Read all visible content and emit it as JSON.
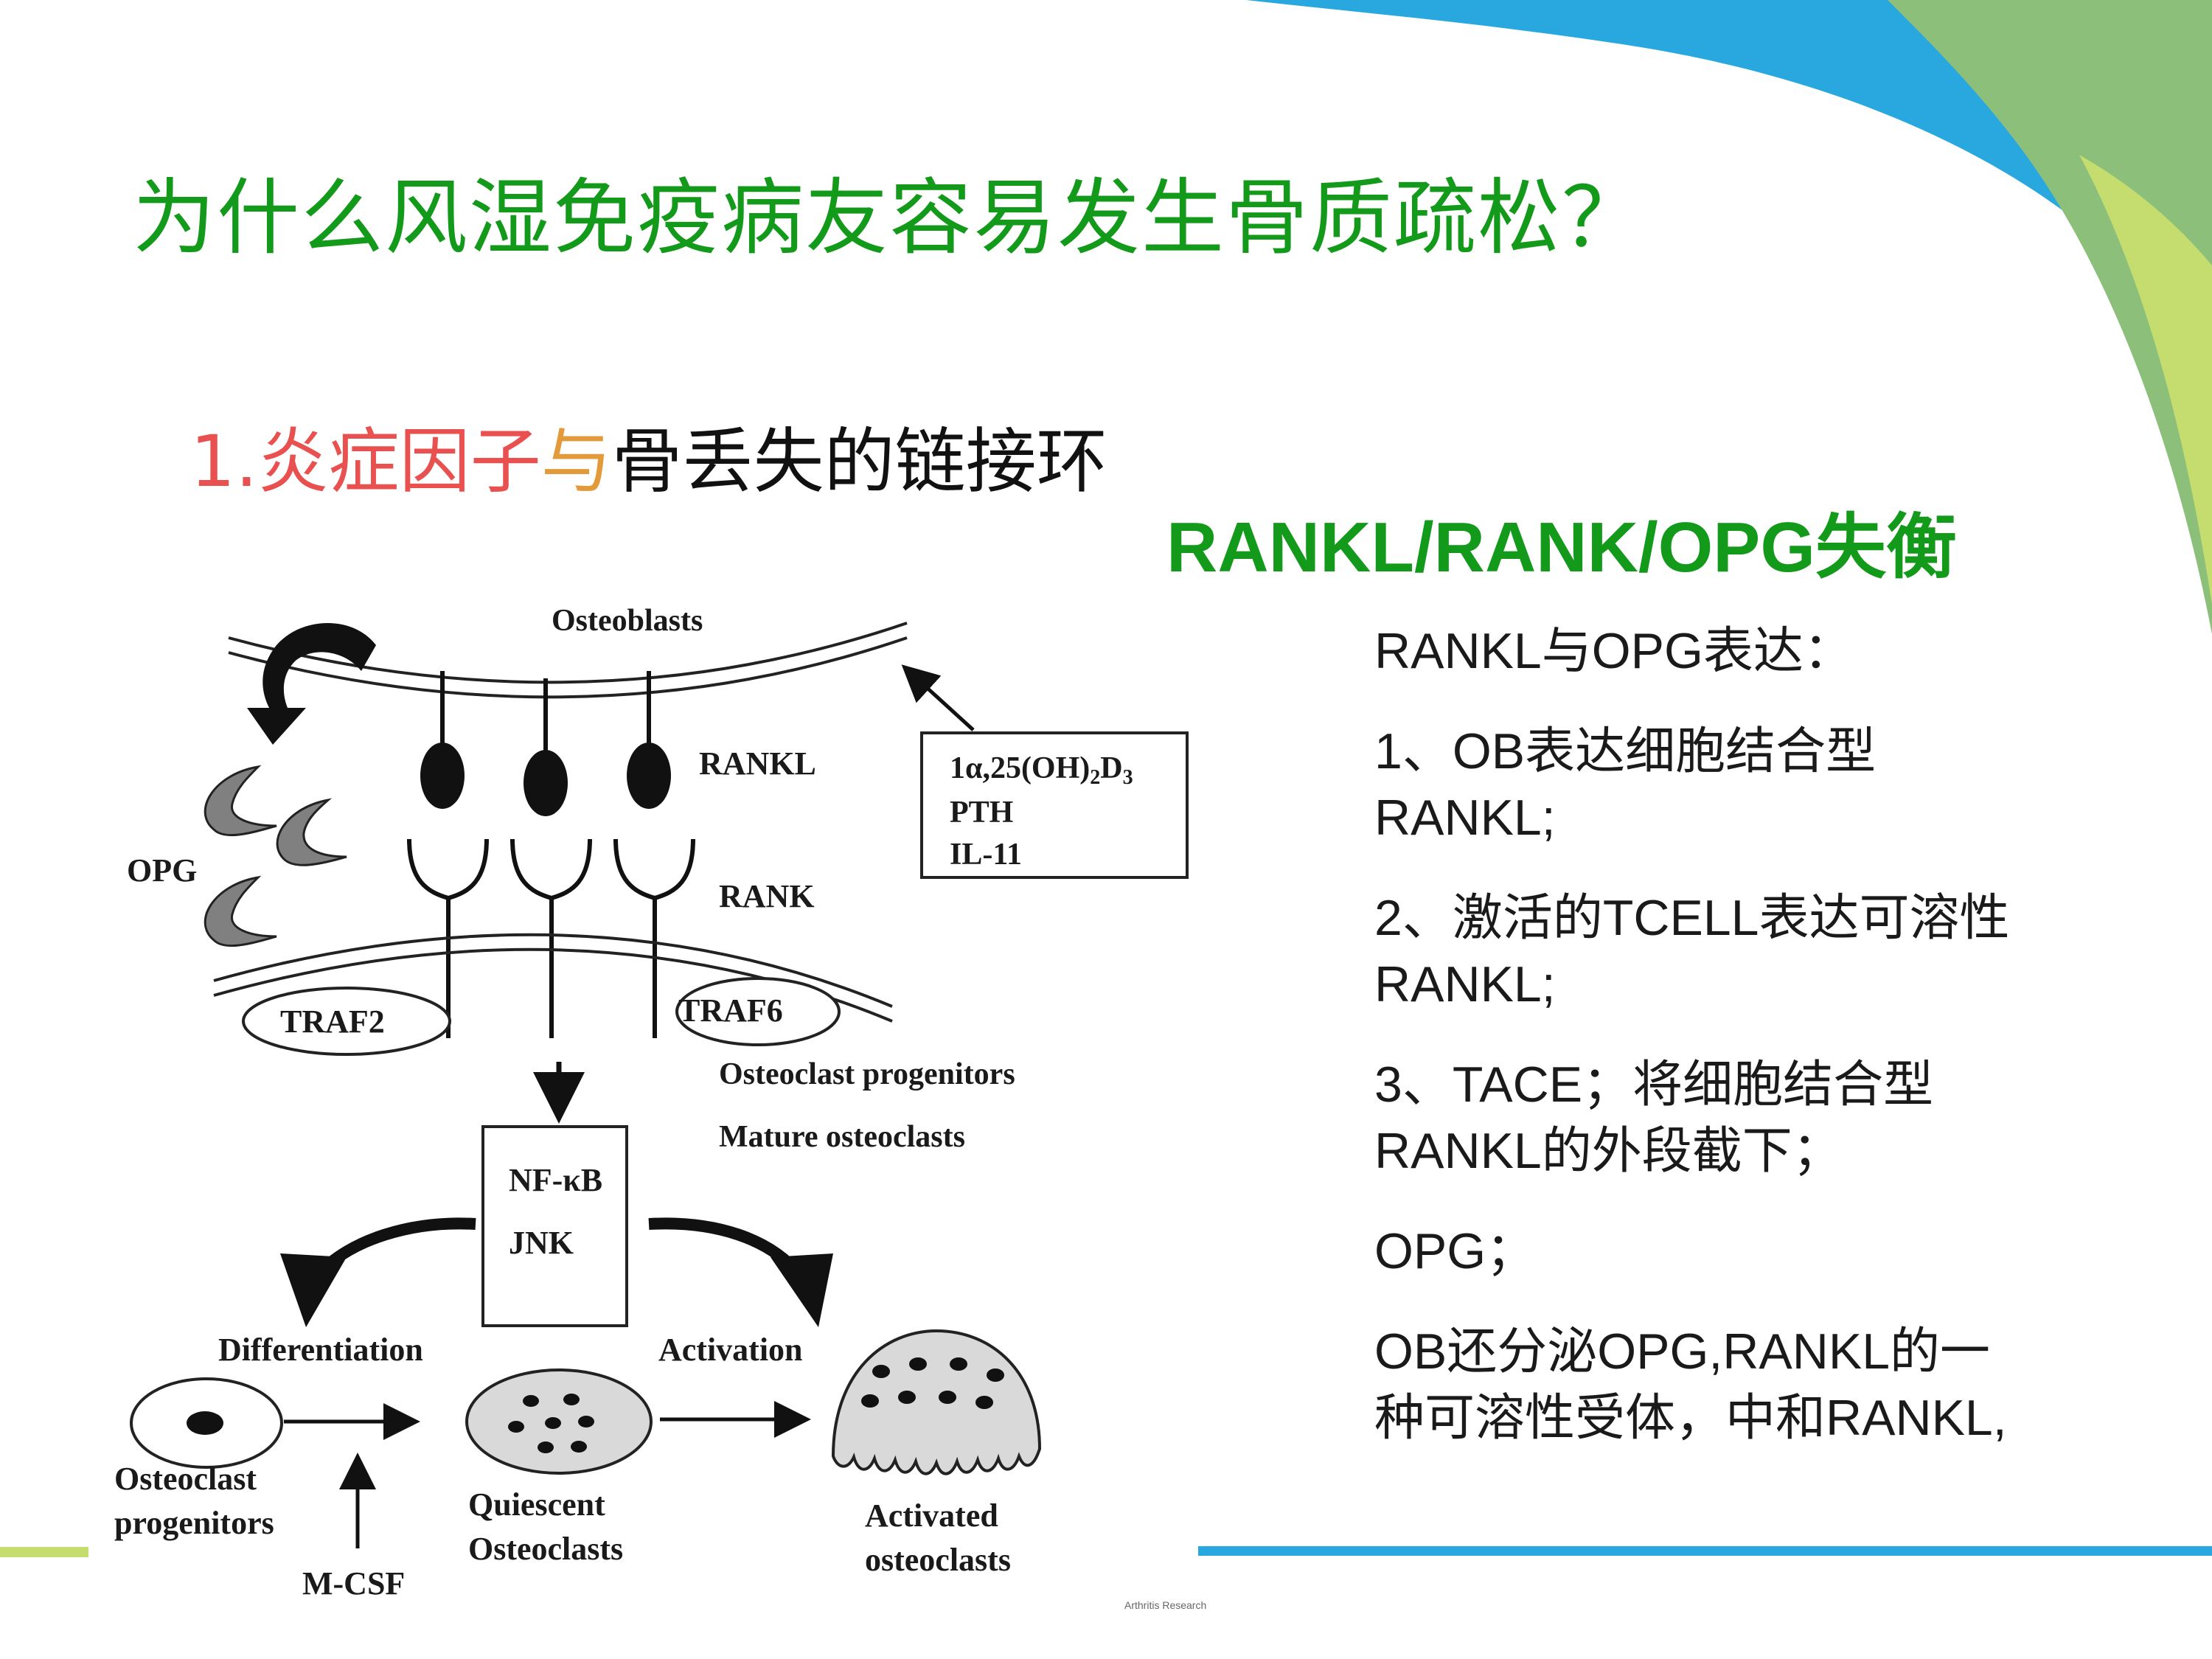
{
  "slide": {
    "title": "为什么风湿免疫病友容易发生骨质疏松？",
    "subtitle": {
      "part1": "1.炎症因子",
      "part2": "与",
      "part3": "骨丢失的链接环"
    },
    "heading2": "RANKL/RANK/OPG失衡"
  },
  "right_text": {
    "p1": "RANKL与OPG表达：",
    "p2_line1": "1、OB表达细胞结合型",
    "p2_line2": "RANKL;",
    "p3_line1": "2、激活的TCELL表达可溶性",
    "p3_line2": "RANKL;",
    "p4_line1": "3、TACE；将细胞结合型",
    "p4_line2": "RANKL的外段截下；",
    "p5": "OPG；",
    "p6_line1": "OB还分泌OPG,RANKL的一",
    "p6_line2": "种可溶性受体，中和RANKL,"
  },
  "diagram": {
    "osteoblasts": "Osteoblasts",
    "rankl": "RANKL",
    "rank": "RANK",
    "opg": "OPG",
    "traf2": "TRAF2",
    "traf6": "TRAF6",
    "factors": {
      "line1_a": "1α,25(OH)",
      "line1_sub": "2",
      "line1_b": "D",
      "line1_sub2": "3",
      "line2": "PTH",
      "line3": "IL-11"
    },
    "oc_progenitors": "Osteoclast progenitors",
    "mature_oc": "Mature osteoclasts",
    "nfkb": "NF-κB",
    "jnk": "JNK",
    "differentiation": "Differentiation",
    "activation": "Activation",
    "progenitors_line1": "Osteoclast",
    "progenitors_line2": "progenitors",
    "quiescent_line1": "Quiescent",
    "quiescent_line2": "Osteoclasts",
    "activated_line1": "Activated",
    "activated_line2": "osteoclasts",
    "mcsf": "M-CSF",
    "credit": "Arthritis Research"
  },
  "colors": {
    "title_green": "#139a1a",
    "subtitle_red": "#e8514f",
    "subtitle_orange": "#e39a3a",
    "deco_blue": "#29a8df",
    "deco_green": "#8cc07a",
    "deco_lime": "#c5dc6e"
  }
}
